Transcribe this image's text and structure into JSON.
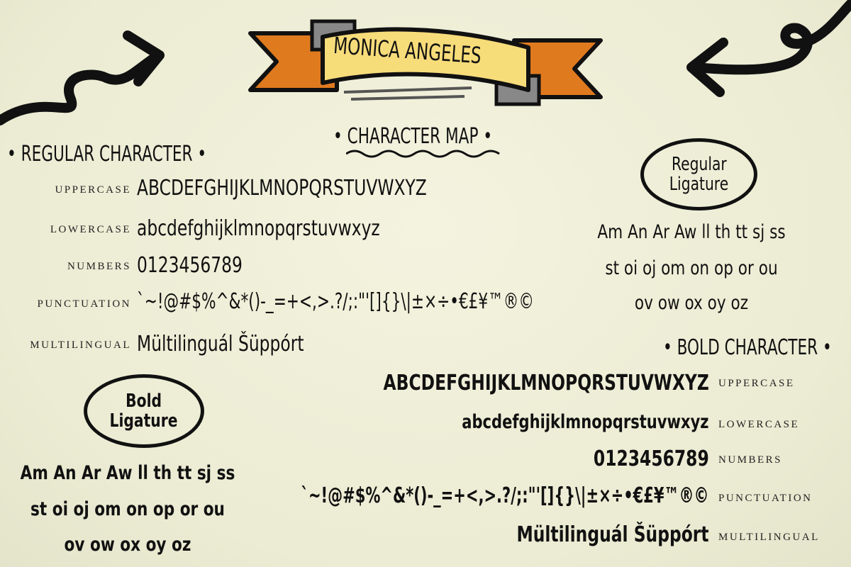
{
  "banner": {
    "title": "MONICA ANGELES"
  },
  "headings": {
    "character_map": "• CHARACTER MAP •",
    "regular_character": "• REGULAR CHARACTER •",
    "bold_character": "• BOLD CHARACTER •"
  },
  "regular_rows": [
    {
      "label": "UPPERCASE",
      "value": "ABCDEFGHIJKLMNOPQRSTUVWXYZ"
    },
    {
      "label": "LOWERCASE",
      "value": "abcdefghijklmnopqrstuvwxyz"
    },
    {
      "label": "NUMBERS",
      "value": "0123456789"
    },
    {
      "label": "PUNCTUATION",
      "value": "`~!@#$%^&*()-_=+<,>.?/;:\"'[]{}\\|±×÷•€£¥™®©"
    },
    {
      "label": "MULTILINGUAL",
      "value": "Mültilinguál Šüppórt"
    }
  ],
  "bold_rows": [
    {
      "label": "UPPERCASE",
      "value": "ABCDEFGHIJKLMNOPQRSTUVWXYZ"
    },
    {
      "label": "LOWERCASE",
      "value": "abcdefghijklmnopqrstuvwxyz"
    },
    {
      "label": "NUMBERS",
      "value": "0123456789"
    },
    {
      "label": "PUNCTUATION",
      "value": "`~!@#$%^&*()-_=+<,>.?/;:\"'[]{}\\|±×÷•€£¥™®©"
    },
    {
      "label": "MULTILINGUAL",
      "value": "Mültilinguál Šüppórt"
    }
  ],
  "regular_ligature": {
    "title_line1": "Regular",
    "title_line2": "Ligature",
    "lines": [
      "Am An Ar Aw ll th tt sj ss",
      "st oi oj om on op or ou",
      "ov ow ox oy oz"
    ]
  },
  "bold_ligature": {
    "title_line1": "Bold",
    "title_line2": "Ligature",
    "lines": [
      "Am An Ar Aw ll th tt sj ss",
      "st oi oj om on op or ou",
      "ov ow ox oy oz"
    ]
  },
  "colors": {
    "ribbon": "#e07a1f",
    "ribbon_center": "#f7dc7a",
    "ink": "#111111",
    "background": "#efefd8"
  }
}
